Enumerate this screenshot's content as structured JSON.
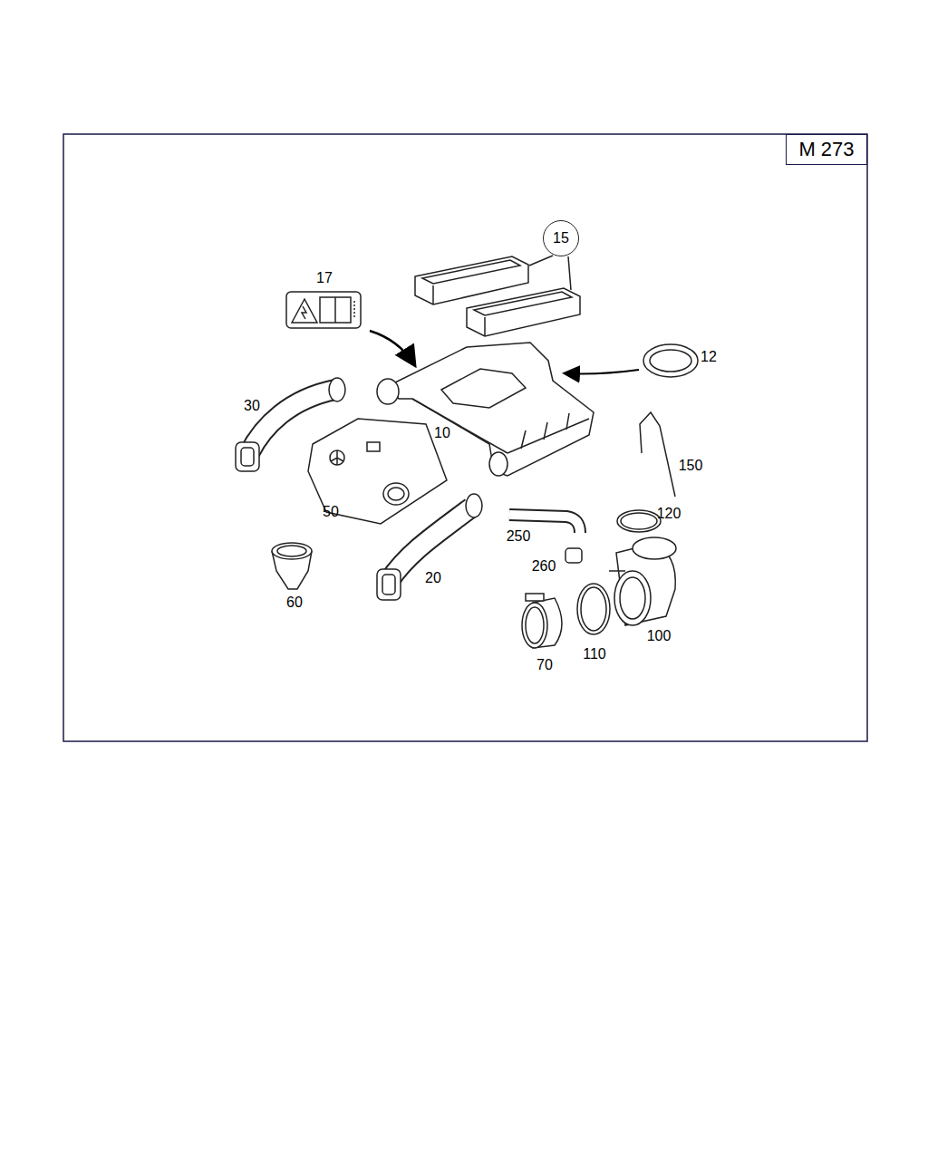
{
  "diagram": {
    "nodes": [
      {
        "text": [
          "M 273"
        ]
      },
      {
        "text": [
          "15"
        ]
      }
    ],
    "labels": [
      "17",
      "12",
      "30",
      "10",
      "150",
      "50",
      "120",
      "250",
      "20",
      "260",
      "60",
      "100",
      "110",
      "70"
    ]
  }
}
